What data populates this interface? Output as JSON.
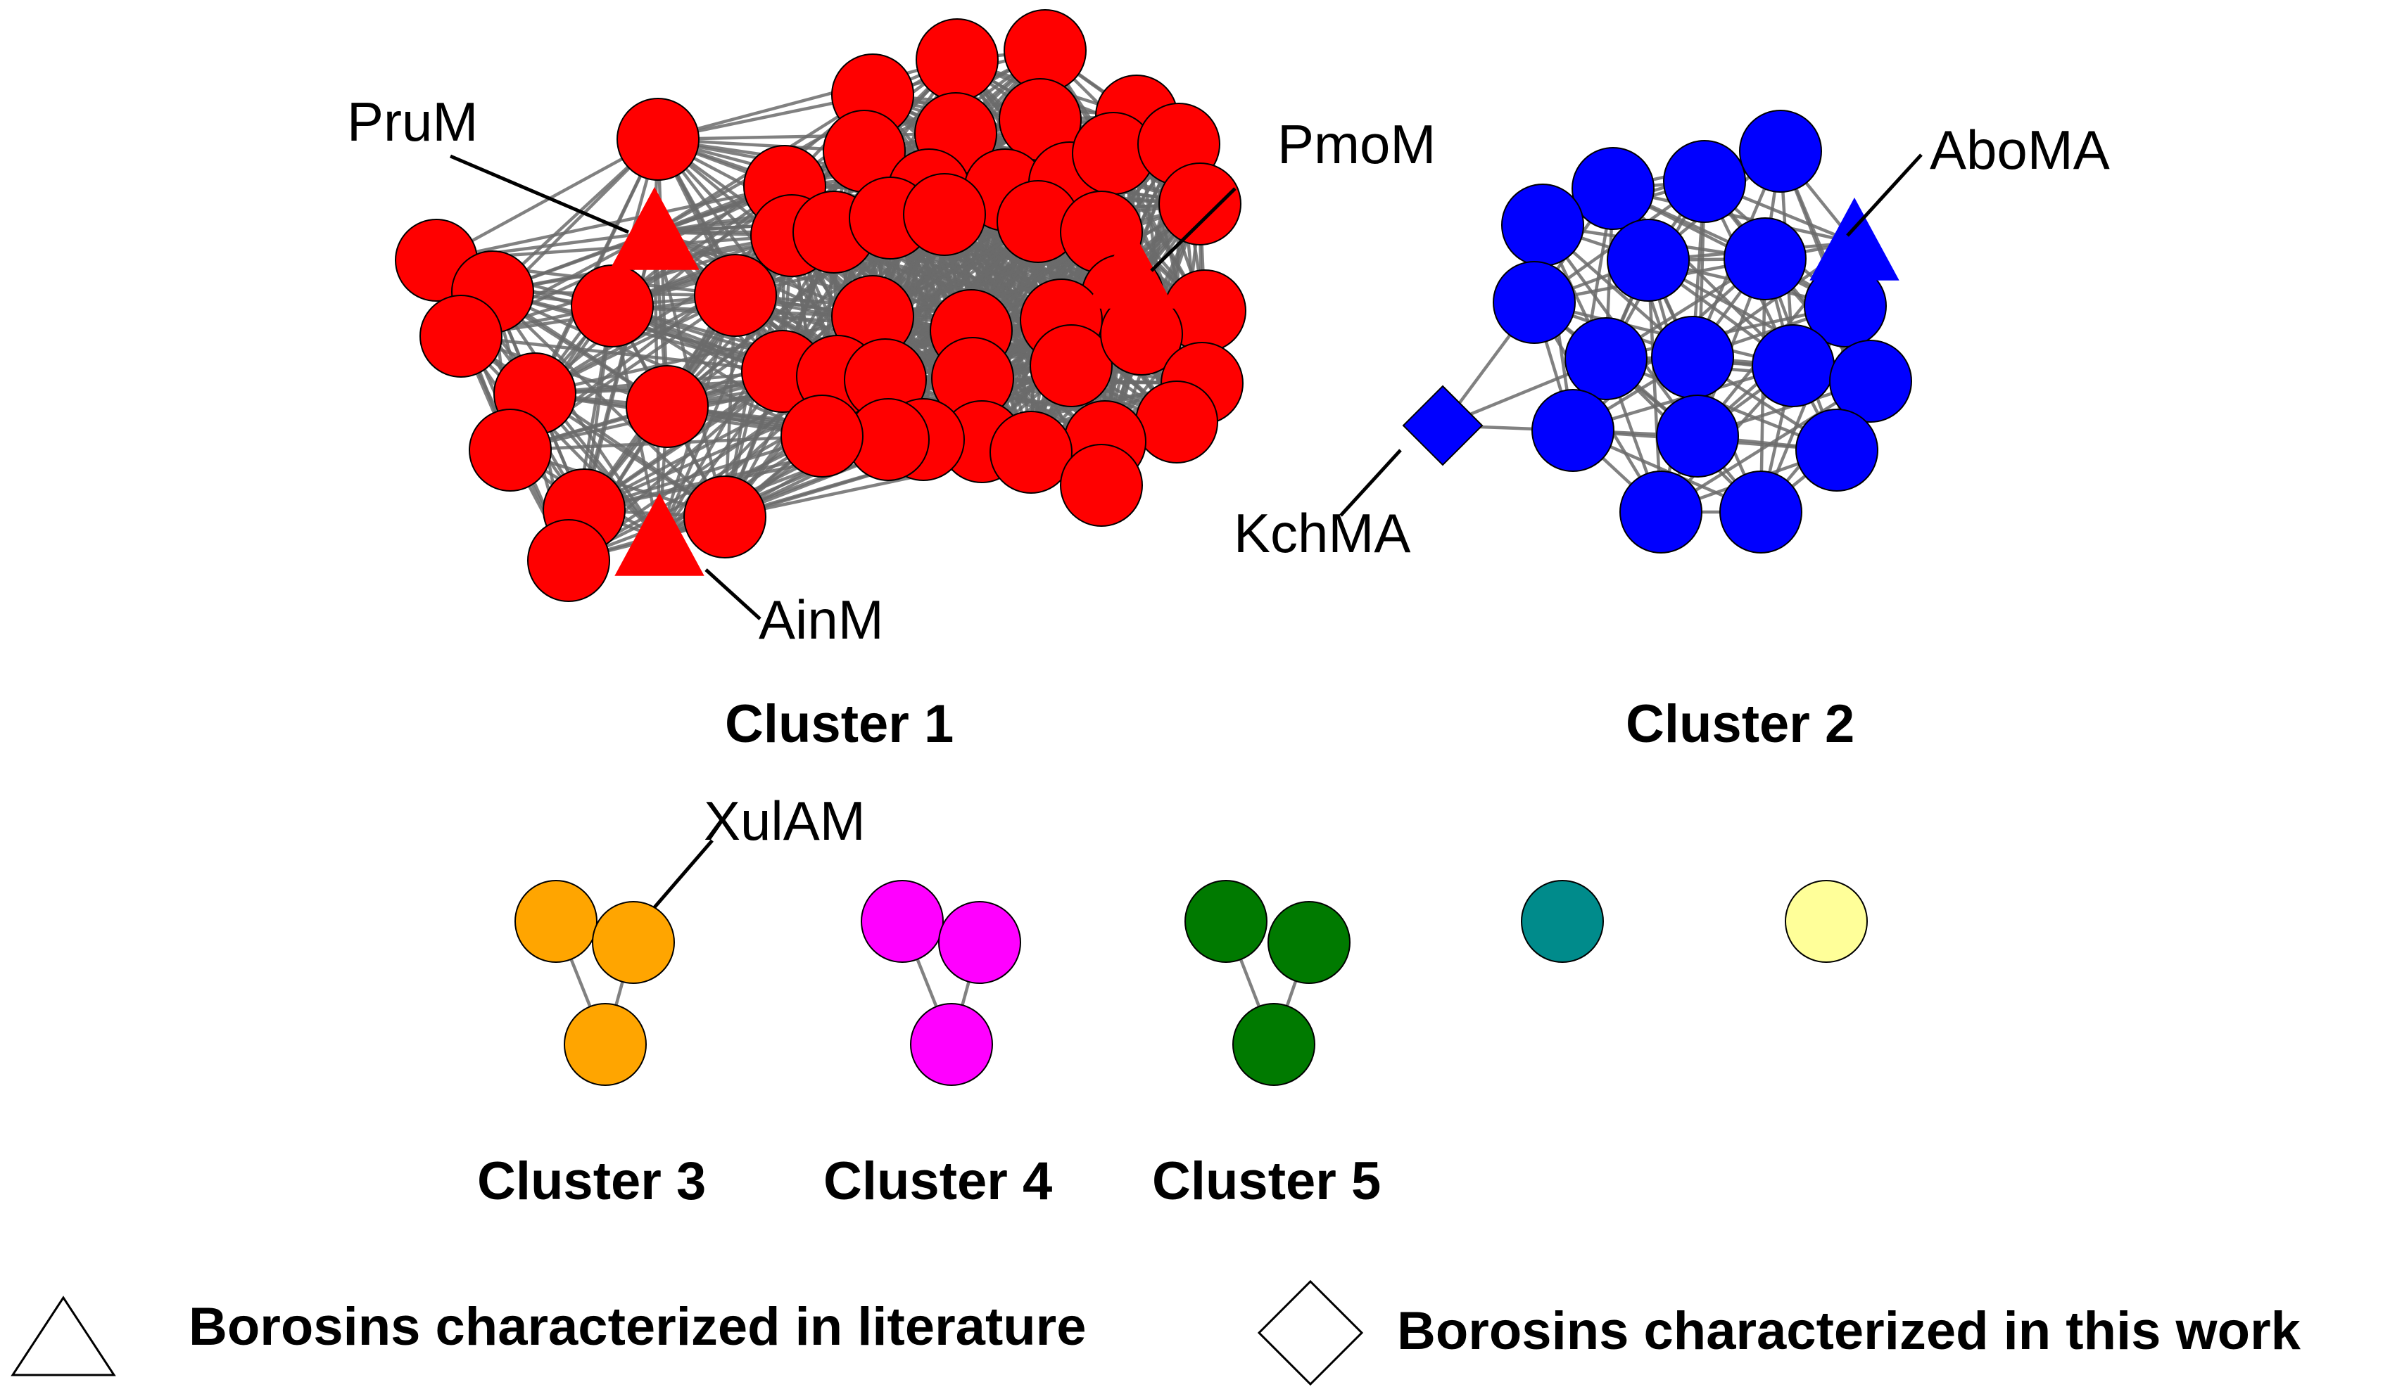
{
  "colors": {
    "cluster1": "#ff0000",
    "cluster2": "#0000ff",
    "cluster3": "#ffa500",
    "cluster4": "#ff00ff",
    "cluster5": "#007a00",
    "singleton_teal": "#008b8b",
    "singleton_yellow": "#ffff99",
    "edge": "#6b6b6b"
  },
  "node_labels": {
    "prum": "PruM",
    "pmom": "PmoM",
    "ainm": "AinM",
    "aboma": "AboMA",
    "kchma": "KchMA",
    "xulam": "XulAM"
  },
  "cluster_labels": {
    "c1": "Cluster 1",
    "c2": "Cluster 2",
    "c3": "Cluster 3",
    "c4": "Cluster 4",
    "c5": "Cluster 5"
  },
  "legend": {
    "triangle": {
      "shape": "triangle",
      "text": "Borosins characterized in literature"
    },
    "diamond": {
      "shape": "diamond",
      "text": "Borosins characterized in this work"
    }
  }
}
